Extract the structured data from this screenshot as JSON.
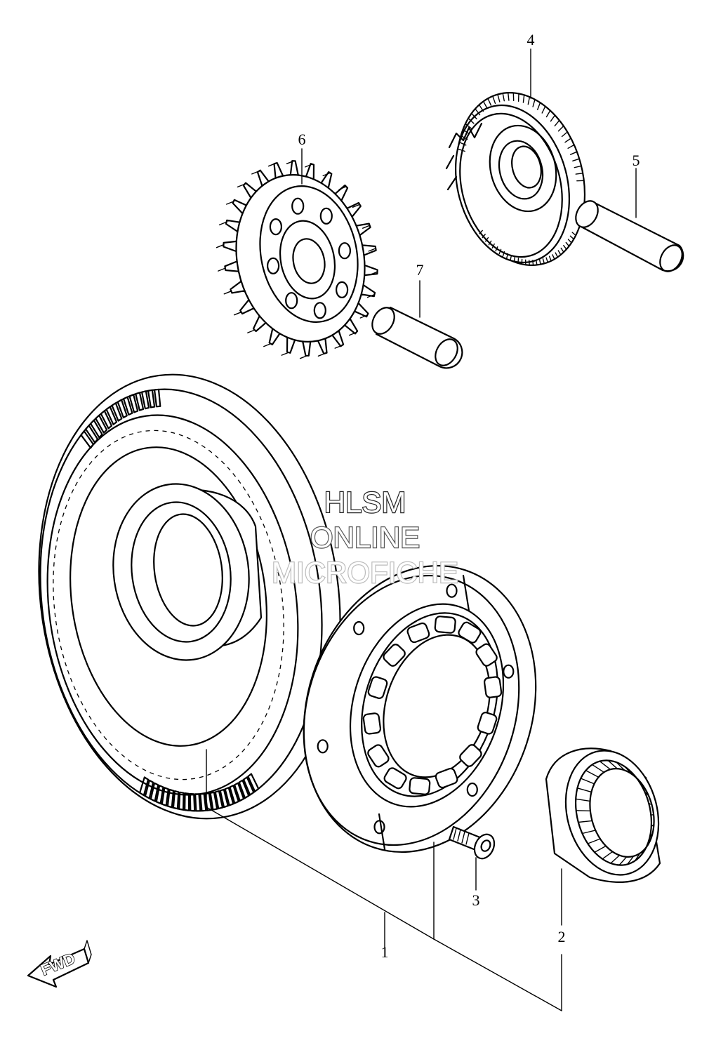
{
  "callouts": {
    "part1": "1",
    "part2": "2",
    "part3": "3",
    "part4": "4",
    "part5": "5",
    "part6": "6",
    "part7": "7"
  },
  "watermark": {
    "line1": "HLSM",
    "line2": "ONLINE",
    "line3": "MICROFICHE"
  },
  "direction_badge": {
    "label": "FWD"
  },
  "colors": {
    "line": "#000000",
    "background": "#ffffff",
    "watermark_1": "#222222",
    "watermark_2": "#555555",
    "watermark_3": "#bbbbbb"
  }
}
